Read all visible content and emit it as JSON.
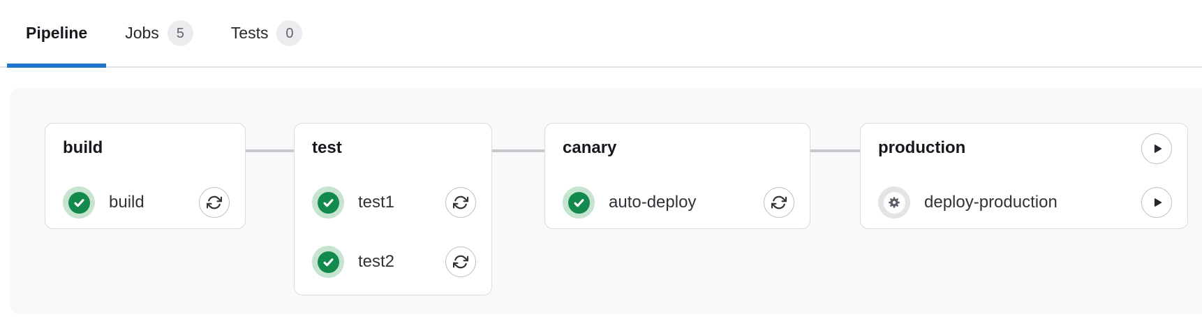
{
  "tabs": {
    "items": [
      {
        "label": "Pipeline",
        "active": true
      },
      {
        "label": "Jobs",
        "badge": "5",
        "active": false
      },
      {
        "label": "Tests",
        "badge": "0",
        "active": false
      }
    ]
  },
  "pipeline": {
    "stages": [
      {
        "name": "build",
        "jobs": [
          {
            "name": "build",
            "status": "success",
            "status_icon": "check-circle-icon",
            "action_icon": "retry-icon"
          }
        ]
      },
      {
        "name": "test",
        "jobs": [
          {
            "name": "test1",
            "status": "success",
            "status_icon": "check-circle-icon",
            "action_icon": "retry-icon"
          },
          {
            "name": "test2",
            "status": "success",
            "status_icon": "check-circle-icon",
            "action_icon": "retry-icon"
          }
        ]
      },
      {
        "name": "canary",
        "jobs": [
          {
            "name": "auto-deploy",
            "status": "success",
            "status_icon": "check-circle-icon",
            "action_icon": "retry-icon"
          }
        ]
      },
      {
        "name": "production",
        "stage_action_icon": "play-icon",
        "jobs": [
          {
            "name": "deploy-production",
            "status": "manual",
            "status_icon": "gear-icon",
            "action_icon": "play-icon"
          }
        ]
      }
    ]
  },
  "colors": {
    "accent_blue": "#1f75cb",
    "success_green": "#138a4d",
    "success_green_light": "#c6e4cf",
    "manual_gray_light": "#e4e4e7",
    "icon_dark": "#333238",
    "panel_bg": "#f9f9fb",
    "card_border": "#dcdcde",
    "badge_bg": "#ececef"
  }
}
